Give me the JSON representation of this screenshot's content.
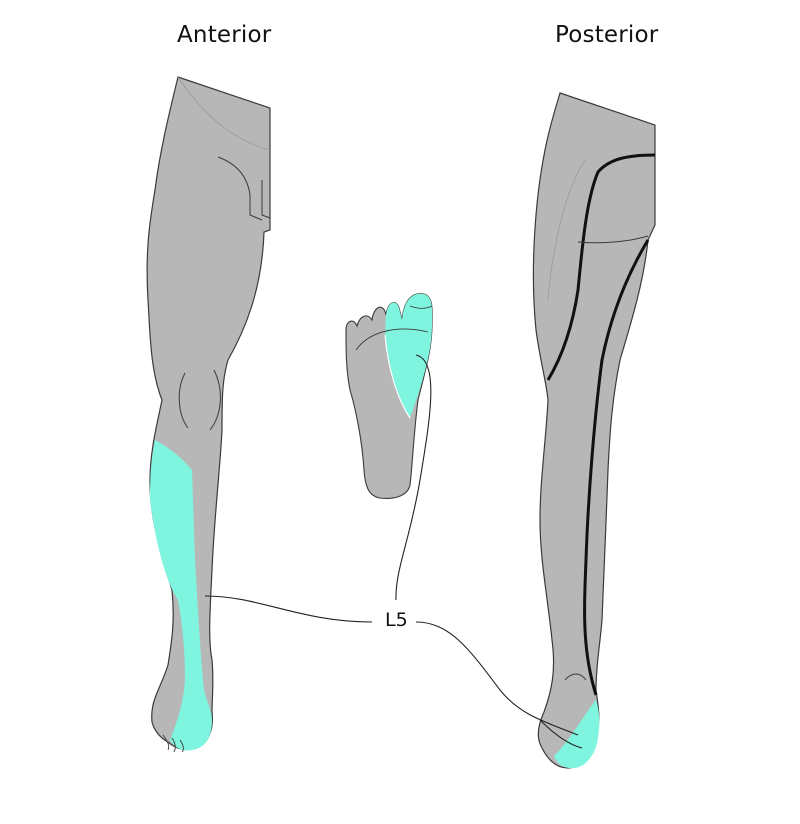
{
  "diagram": {
    "type": "dermatome",
    "views": [
      {
        "id": "anterior",
        "title": "Anterior"
      },
      {
        "id": "plantar",
        "title": ""
      },
      {
        "id": "posterior",
        "title": "Posterior"
      }
    ],
    "dermatome_label": "L5",
    "colors": {
      "skin": "#b7b7b7",
      "outline": "#3a3a3a",
      "dermatome": "#7ff5e0",
      "nerve_line": "#111111",
      "text": "#111111",
      "background": "#ffffff"
    }
  }
}
